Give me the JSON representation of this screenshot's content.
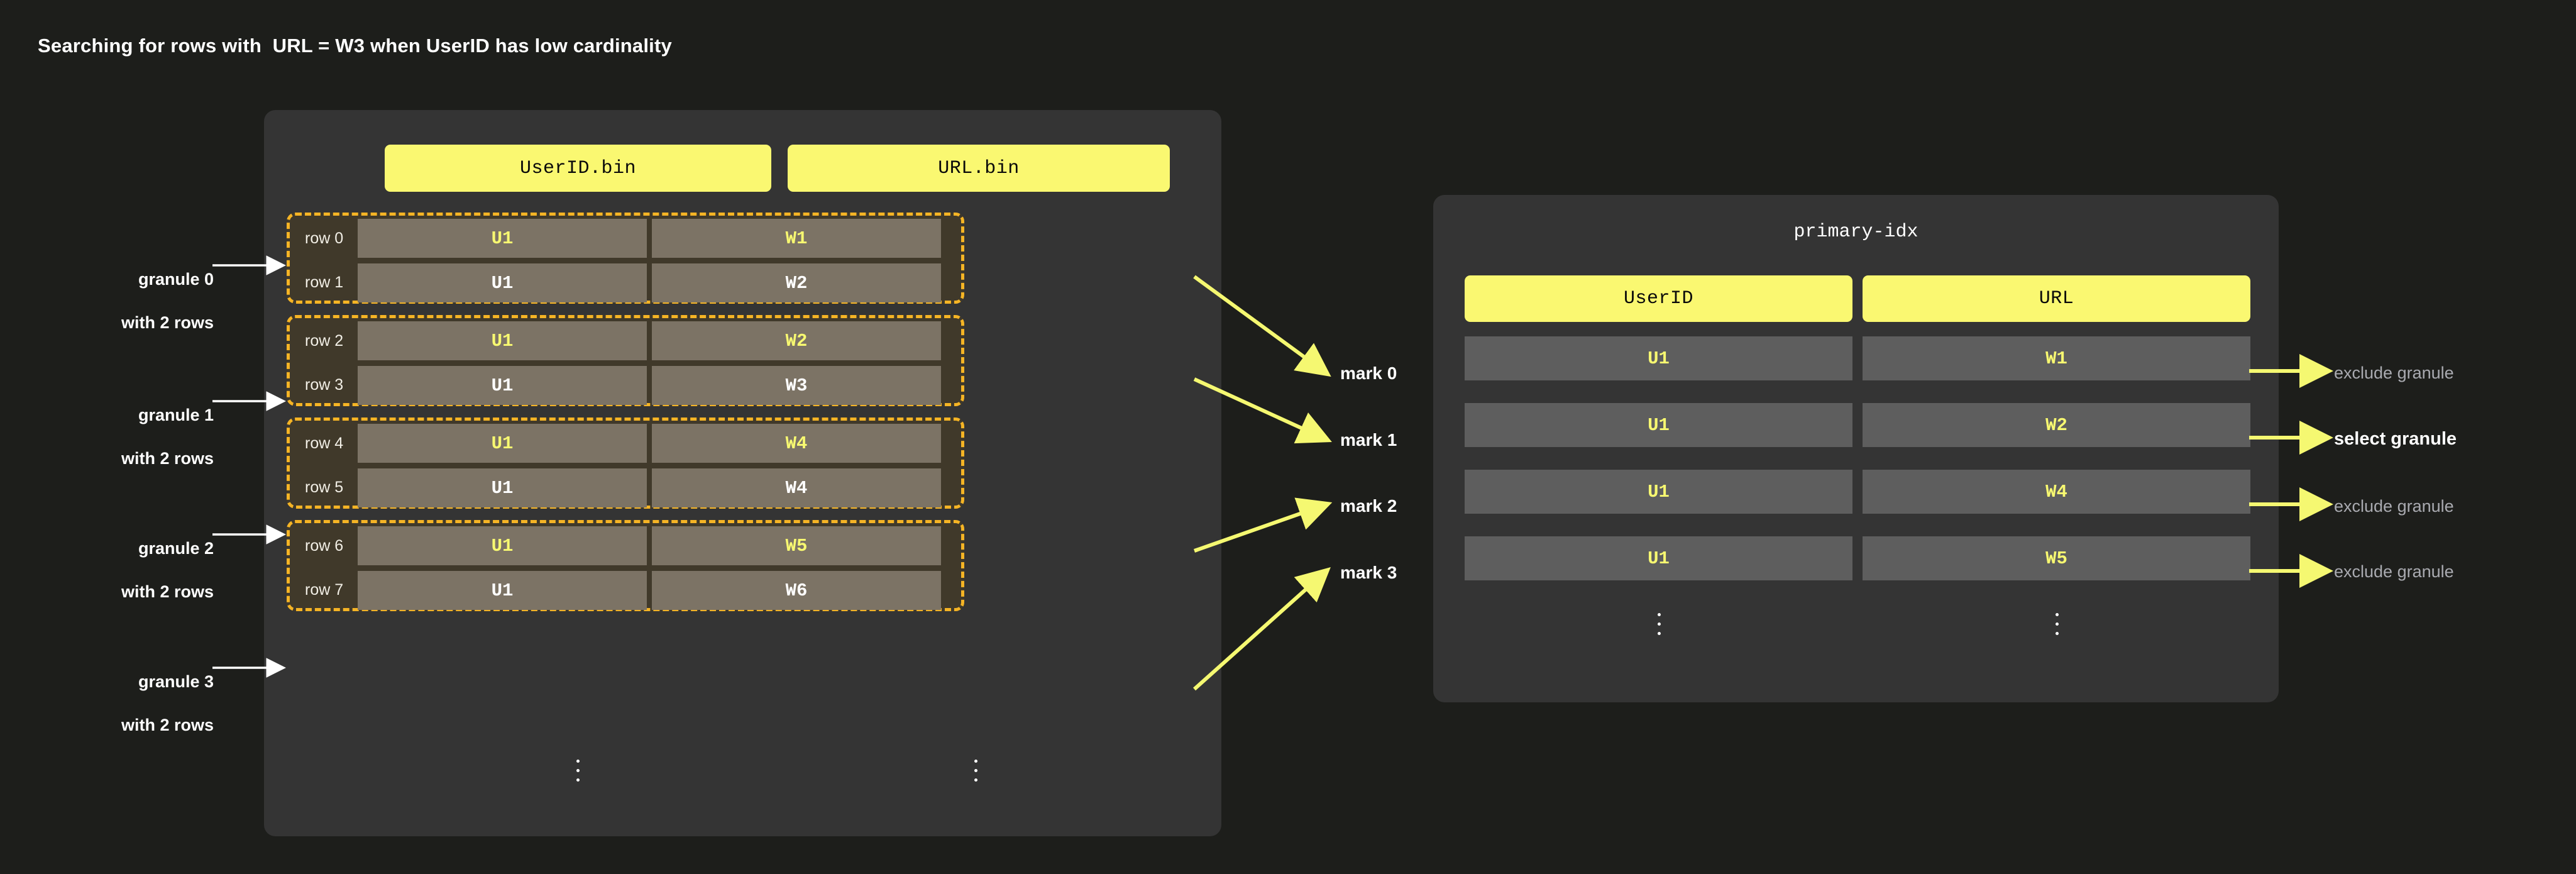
{
  "title": "Searching for rows with  URL = W3 when UserID has low cardinality",
  "colors": {
    "background": "#1d1e1b",
    "panel": "#343434",
    "accent_yellow": "#faf871",
    "granule_border": "#f5b425",
    "granule_fill": "#40392a",
    "cell_fill": "#7c7365",
    "index_cell_fill": "#5e5e5e",
    "highlight_text": "#f7f871",
    "muted_text": "#a9aab0"
  },
  "table_panel": {
    "columns": [
      {
        "name": "userid-bin",
        "label": "UserID.bin"
      },
      {
        "name": "url-bin",
        "label": "URL.bin"
      }
    ],
    "rows": [
      {
        "label": "row 0",
        "userid": "U1",
        "url": "W1",
        "highlight": true
      },
      {
        "label": "row 1",
        "userid": "U1",
        "url": "W2",
        "highlight": false
      },
      {
        "label": "row 2",
        "userid": "U1",
        "url": "W2",
        "highlight": true
      },
      {
        "label": "row 3",
        "userid": "U1",
        "url": "W3",
        "highlight": false
      },
      {
        "label": "row 4",
        "userid": "U1",
        "url": "W4",
        "highlight": true
      },
      {
        "label": "row 5",
        "userid": "U1",
        "url": "W4",
        "highlight": false
      },
      {
        "label": "row 6",
        "userid": "U1",
        "url": "W5",
        "highlight": true
      },
      {
        "label": "row 7",
        "userid": "U1",
        "url": "W6",
        "highlight": false
      }
    ],
    "ellipsis": "vertical-ellipsis"
  },
  "granule_captions": [
    {
      "line1": "granule 0",
      "line2": "with 2 rows"
    },
    {
      "line1": "granule 1",
      "line2": "with 2 rows"
    },
    {
      "line1": "granule 2",
      "line2": "with 2 rows"
    },
    {
      "line1": "granule 3",
      "line2": "with 2 rows"
    }
  ],
  "marks": [
    {
      "label": "mark 0"
    },
    {
      "label": "mark 1"
    },
    {
      "label": "mark 2"
    },
    {
      "label": "mark 3"
    }
  ],
  "index_panel": {
    "title": "primary-idx",
    "columns": [
      {
        "name": "userid",
        "label": "UserID"
      },
      {
        "name": "url",
        "label": "URL"
      }
    ],
    "rows": [
      {
        "userid": "U1",
        "url": "W1",
        "verdict": "exclude granule",
        "selected": false
      },
      {
        "userid": "U1",
        "url": "W2",
        "verdict": "select granule",
        "selected": true
      },
      {
        "userid": "U1",
        "url": "W4",
        "verdict": "exclude granule",
        "selected": false
      },
      {
        "userid": "U1",
        "url": "W5",
        "verdict": "exclude granule",
        "selected": false
      }
    ],
    "ellipsis": "vertical-ellipsis"
  }
}
